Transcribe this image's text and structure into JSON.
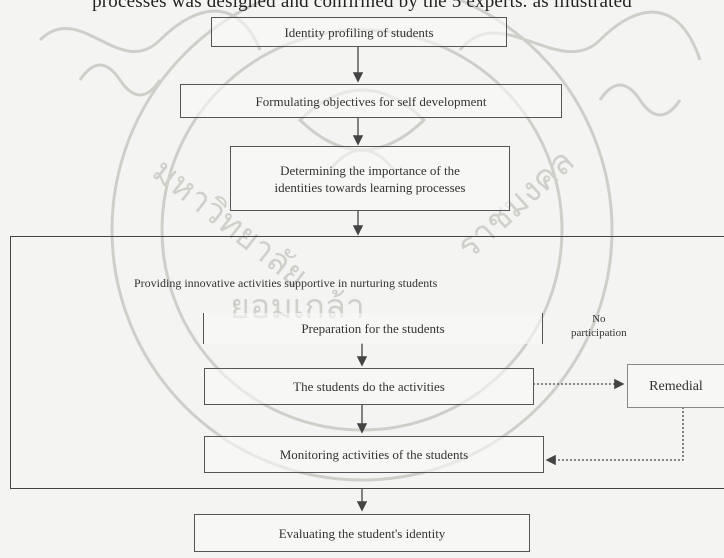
{
  "header_text": "processes was designed and confirmed by the 5 experts. as illustrated",
  "flowchart": {
    "step1": "Identity profiling of students",
    "step2": "Formulating objectives for self development",
    "step3_line1": "Determining the importance of the",
    "step3_line2": "identities towards learning processes",
    "group_title": "Providing innovative activities supportive in nurturing students",
    "step4": "Preparation for the students",
    "no_participation_line1": "No",
    "no_participation_line2": "participation",
    "step5": "The students do the activities",
    "remedial": "Remedial",
    "step6": "Monitoring activities of the students",
    "step7": "Evaluating the student's identity"
  },
  "colors": {
    "background": "#f4f4f2",
    "line": "#444444",
    "watermark": "#c9c9c4"
  }
}
